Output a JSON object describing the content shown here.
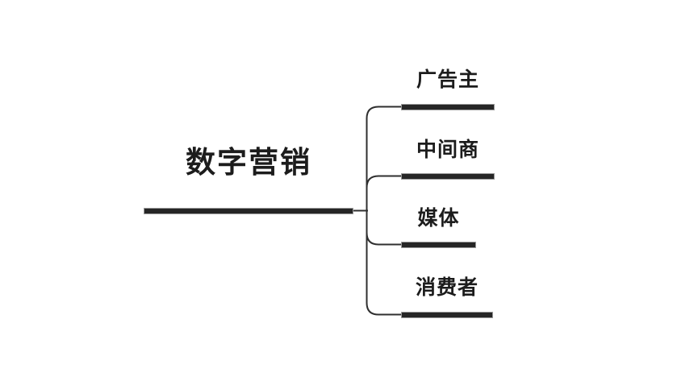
{
  "diagram": {
    "type": "mindmap",
    "root": {
      "label": "数字营销"
    },
    "children": [
      {
        "label": "广告主"
      },
      {
        "label": "中间商"
      },
      {
        "label": "媒体"
      },
      {
        "label": "消费者"
      }
    ]
  },
  "colors": {
    "background": "#ffffff",
    "node_line_fill": "#262626",
    "node_line_edge": "#9a9a9a",
    "connector": "#2f2f2f",
    "text": "#1c1c1c"
  }
}
